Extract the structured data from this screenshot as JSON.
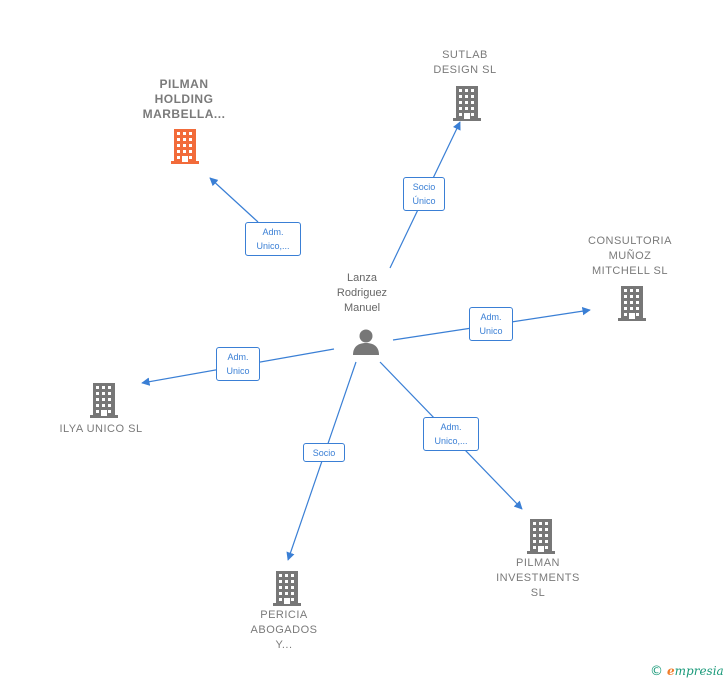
{
  "center": {
    "name": "Lanza\nRodriguez\nManuel",
    "icon": "person-icon"
  },
  "colors": {
    "edge": "#3a7fd5",
    "building": "#777777",
    "building_highlight": "#f26b3a"
  },
  "nodes": [
    {
      "id": "pilman_holding",
      "label": "PILMAN\nHOLDING\nMARBELLA...",
      "highlight": true,
      "edge_label": "Adm.\nUnico,..."
    },
    {
      "id": "sutlab",
      "label": "SUTLAB\nDESIGN  SL",
      "highlight": false,
      "edge_label": "Socio\nÚnico"
    },
    {
      "id": "consultoria",
      "label": "CONSULTORIA\nMUÑOZ\nMITCHELL  SL",
      "highlight": false,
      "edge_label": "Adm.\nUnico"
    },
    {
      "id": "pilman_investments",
      "label": "PILMAN\nINVESTMENTS\nSL",
      "highlight": false,
      "edge_label": "Adm.\nUnico,..."
    },
    {
      "id": "pericia",
      "label": "PERICIA\nABOGADOS\nY...",
      "highlight": false,
      "edge_label": "Socio"
    },
    {
      "id": "ilya",
      "label": "ILYA UNICO  SL",
      "highlight": false,
      "edge_label": "Adm.\nUnico"
    }
  ],
  "brand": {
    "copyright": "©",
    "e": "e",
    "text": "mpresia"
  }
}
